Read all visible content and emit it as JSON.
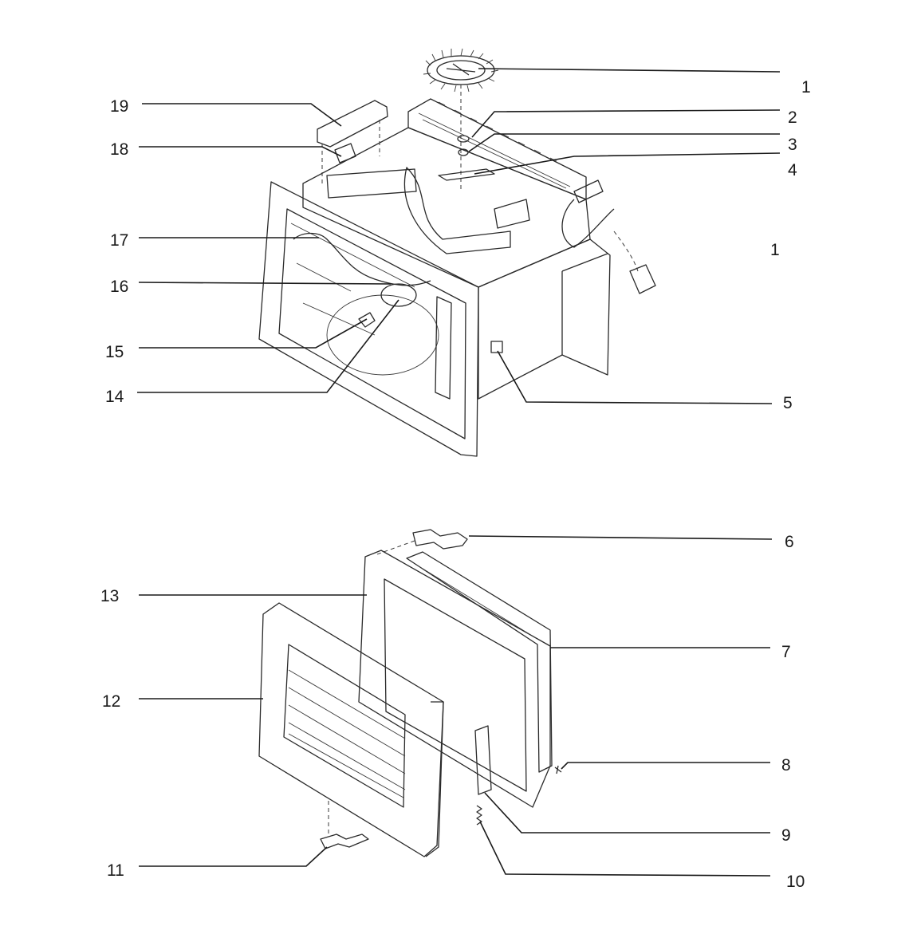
{
  "diagram": {
    "callouts": [
      {
        "id": "c1a",
        "text": "1"
      },
      {
        "id": "c2",
        "text": "2"
      },
      {
        "id": "c3",
        "text": "3"
      },
      {
        "id": "c4",
        "text": "4"
      },
      {
        "id": "c1b",
        "text": "1"
      },
      {
        "id": "c5",
        "text": "5"
      },
      {
        "id": "c19",
        "text": "19"
      },
      {
        "id": "c18",
        "text": "18"
      },
      {
        "id": "c17",
        "text": "17"
      },
      {
        "id": "c16",
        "text": "16"
      },
      {
        "id": "c15",
        "text": "15"
      },
      {
        "id": "c14",
        "text": "14"
      },
      {
        "id": "c6",
        "text": "6"
      },
      {
        "id": "c13",
        "text": "13"
      },
      {
        "id": "c7",
        "text": "7"
      },
      {
        "id": "c12",
        "text": "12"
      },
      {
        "id": "c8",
        "text": "8"
      },
      {
        "id": "c9",
        "text": "9"
      },
      {
        "id": "c11",
        "text": "11"
      },
      {
        "id": "c10",
        "text": "10"
      }
    ]
  }
}
